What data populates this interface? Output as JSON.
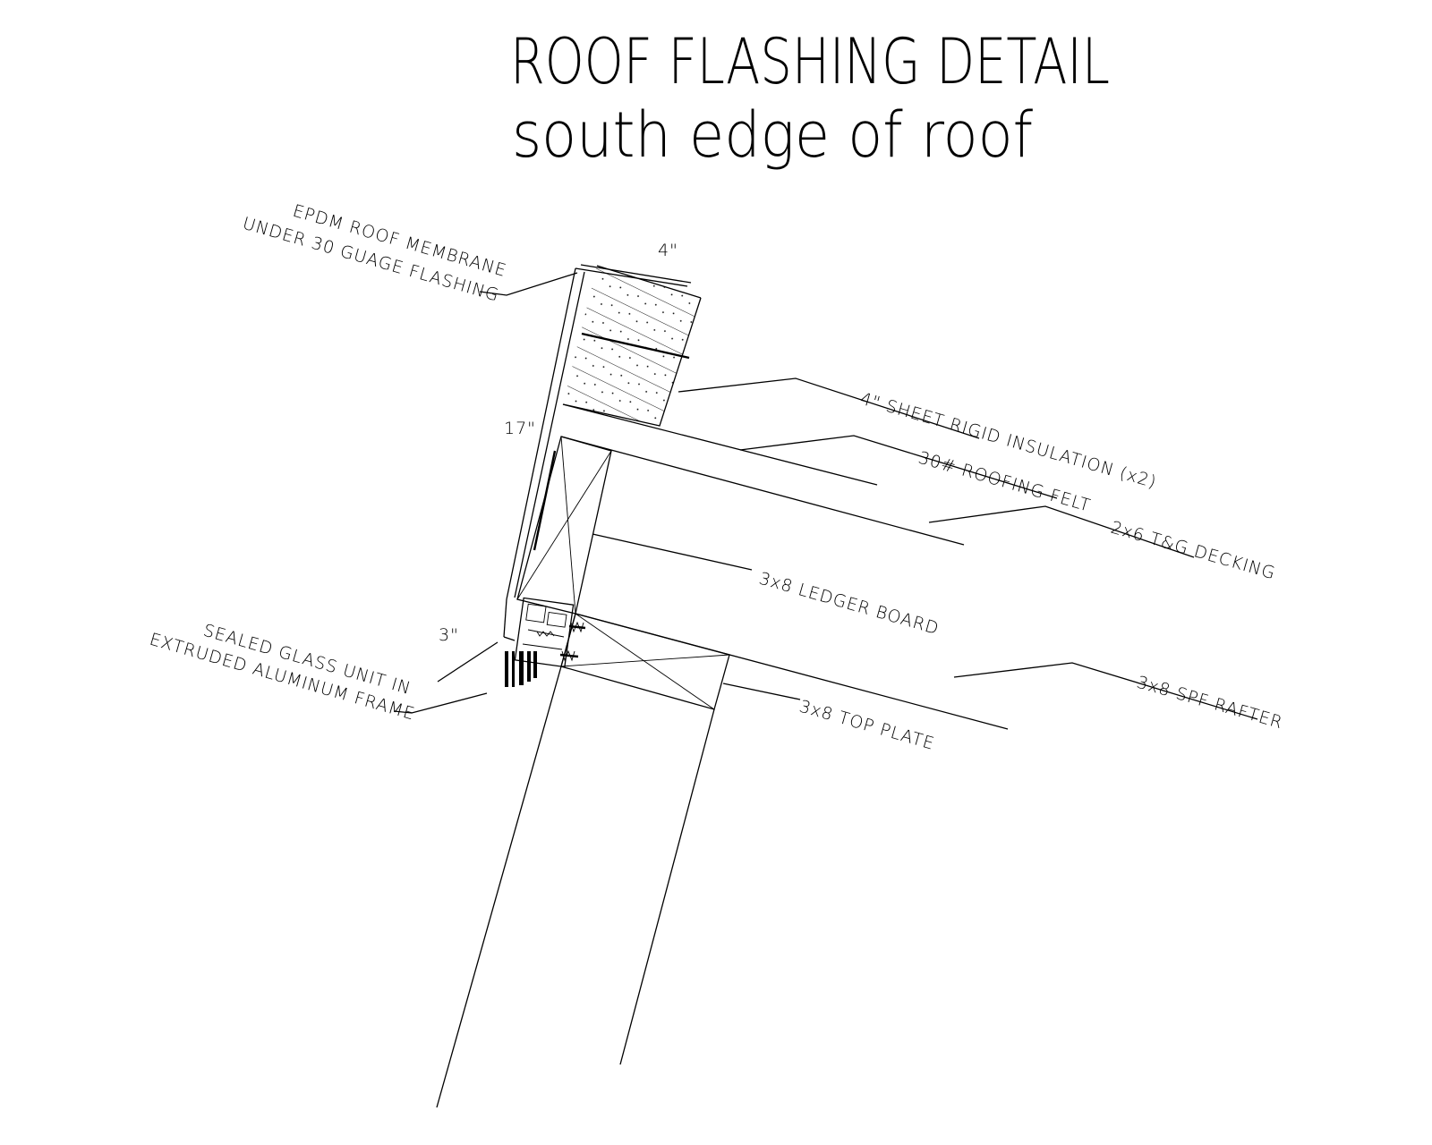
{
  "title": "ROOF FLASHING DETAIL",
  "subtitle": "south edge of roof",
  "dimensions": {
    "top": "4\"",
    "fascia": "17\"",
    "frame": "3\""
  },
  "labels": {
    "epdm_line1": "EPDM ROOF MEMBRANE",
    "epdm_line2": "UNDER 30 GUAGE FLASHING",
    "insulation": "4\" SHEET RIGID INSULATION (x2)",
    "felt": "30# ROOFING FELT",
    "decking": "2x6 T&G DECKING",
    "ledger": "3x8 LEDGER BOARD",
    "rafter": "3x8 SPF RAFTER",
    "top_plate": "3x8 TOP PLATE",
    "glass_line1": "SEALED GLASS UNIT IN",
    "glass_line2": "EXTRUDED ALUMINUM FRAME"
  }
}
